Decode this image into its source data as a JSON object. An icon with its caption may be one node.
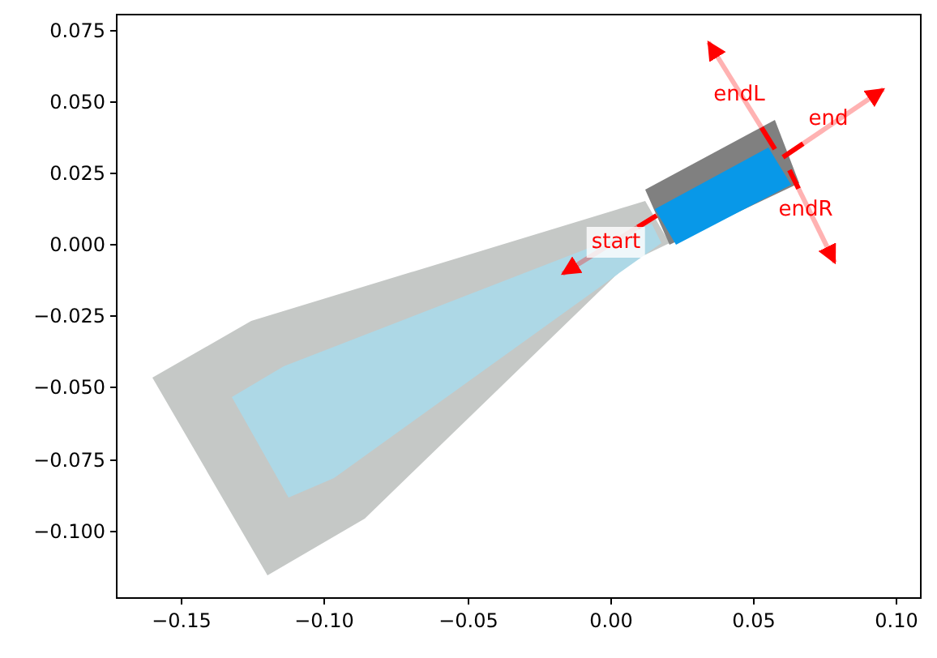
{
  "diagram": {
    "labels": [
      "0.075",
      "0.050",
      "0.025",
      "0.000",
      "−0.025",
      "−0.050",
      "−0.075",
      "−0.100",
      "−0.15",
      "−0.10",
      "−0.05",
      "0.00",
      "0.05",
      "0.10",
      "endL",
      "end",
      "endR",
      "start"
    ]
  }
}
